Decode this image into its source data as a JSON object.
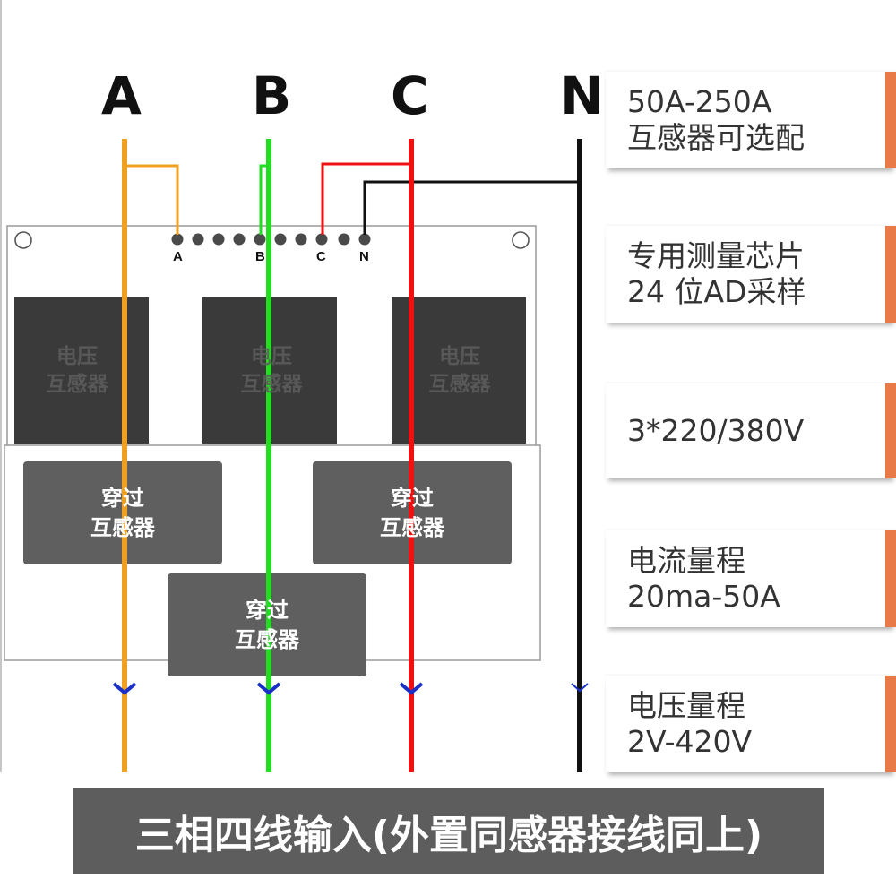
{
  "phases": [
    "A",
    "B",
    "C",
    "N"
  ],
  "terminals": [
    "A",
    "B",
    "C",
    "N"
  ],
  "voltage_transformers": [
    {
      "line1": "电压",
      "line2": "互感器"
    },
    {
      "line1": "电压",
      "line2": "互感器"
    },
    {
      "line1": "电压",
      "line2": "互感器"
    }
  ],
  "current_transformers": [
    {
      "line1": "穿过",
      "line2": "互感器"
    },
    {
      "line1": "穿过",
      "line2": "互感器"
    },
    {
      "line1": "穿过",
      "line2": "互感器"
    }
  ],
  "specs": [
    {
      "line1": "50A-250A",
      "line2": "互感器可选配"
    },
    {
      "line1": "专用测量芯片",
      "line2": "24 位AD采样"
    },
    {
      "line1": "3*220/380V",
      "line2": ""
    },
    {
      "line1": "电流量程",
      "line2": "20ma-50A"
    },
    {
      "line1": "电压量程",
      "line2": "2V-420V"
    }
  ],
  "footer": "三相四线输入(外置同感器接线同上)",
  "colors": {
    "phase_a": "#f0a020",
    "phase_b": "#22dd22",
    "phase_c": "#ee1111",
    "neutral": "#111111",
    "accent": "#e87a48",
    "block": "#5f5f5f",
    "vt_block": "#3a3a3a"
  }
}
